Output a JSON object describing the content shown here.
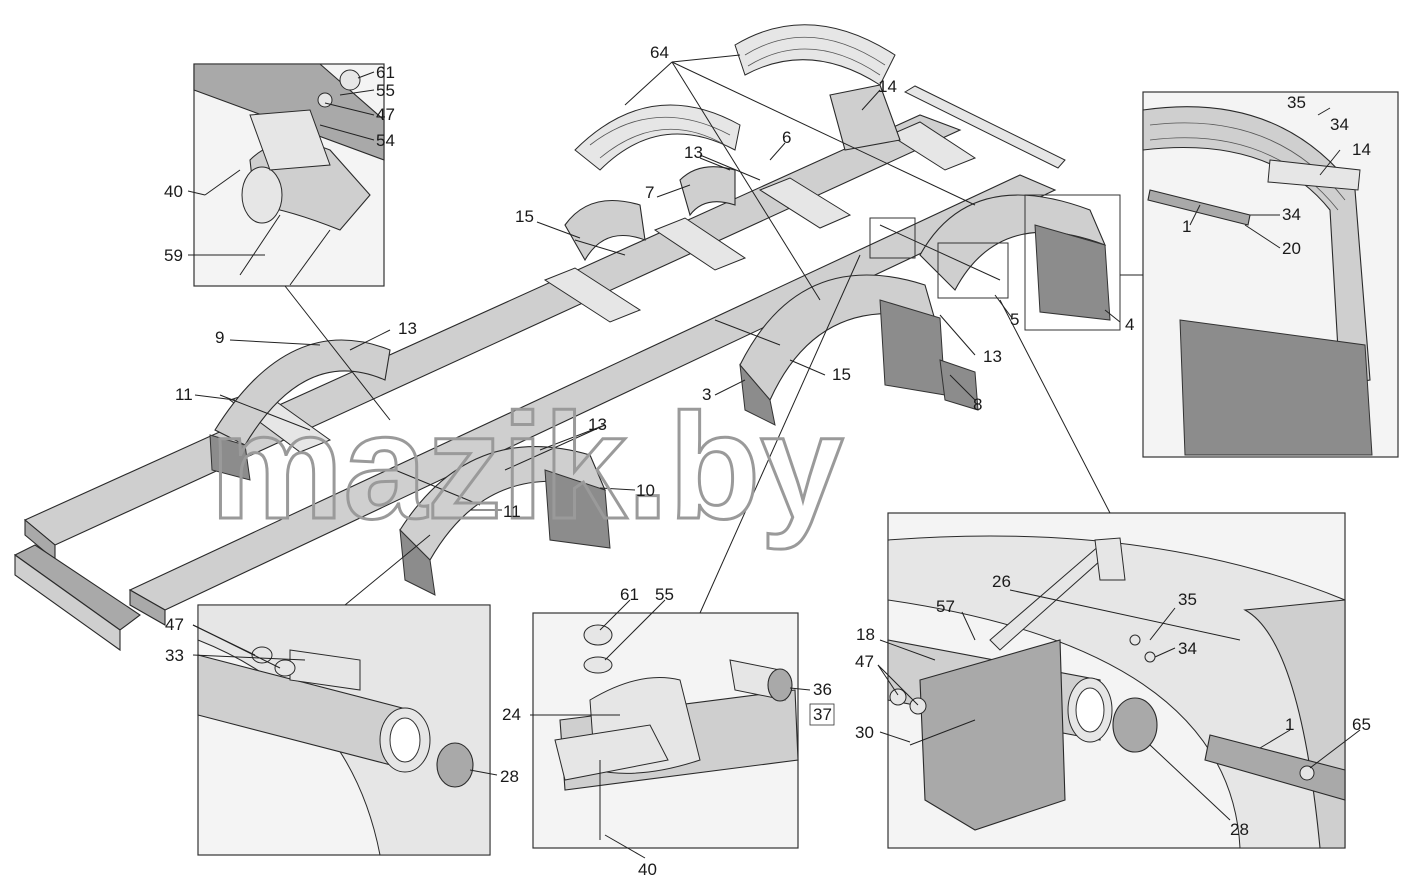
{
  "watermark": "mazik.by",
  "labels": {
    "main": [
      "64",
      "14",
      "6",
      "13",
      "7",
      "15",
      "9",
      "13",
      "11",
      "3",
      "15",
      "13",
      "8",
      "5",
      "4",
      "13",
      "10",
      "11"
    ],
    "inset_top_left": [
      "61",
      "55",
      "47",
      "54",
      "40",
      "59"
    ],
    "inset_top_right": [
      "35",
      "34",
      "14",
      "34",
      "20",
      "1"
    ],
    "inset_bottom_left": [
      "47",
      "33",
      "28"
    ],
    "inset_bottom_middle": [
      "61",
      "55",
      "24",
      "36",
      "37",
      "40"
    ],
    "inset_bottom_right": [
      "26",
      "35",
      "18",
      "57",
      "34",
      "47",
      "30",
      "1",
      "65",
      "28"
    ]
  }
}
